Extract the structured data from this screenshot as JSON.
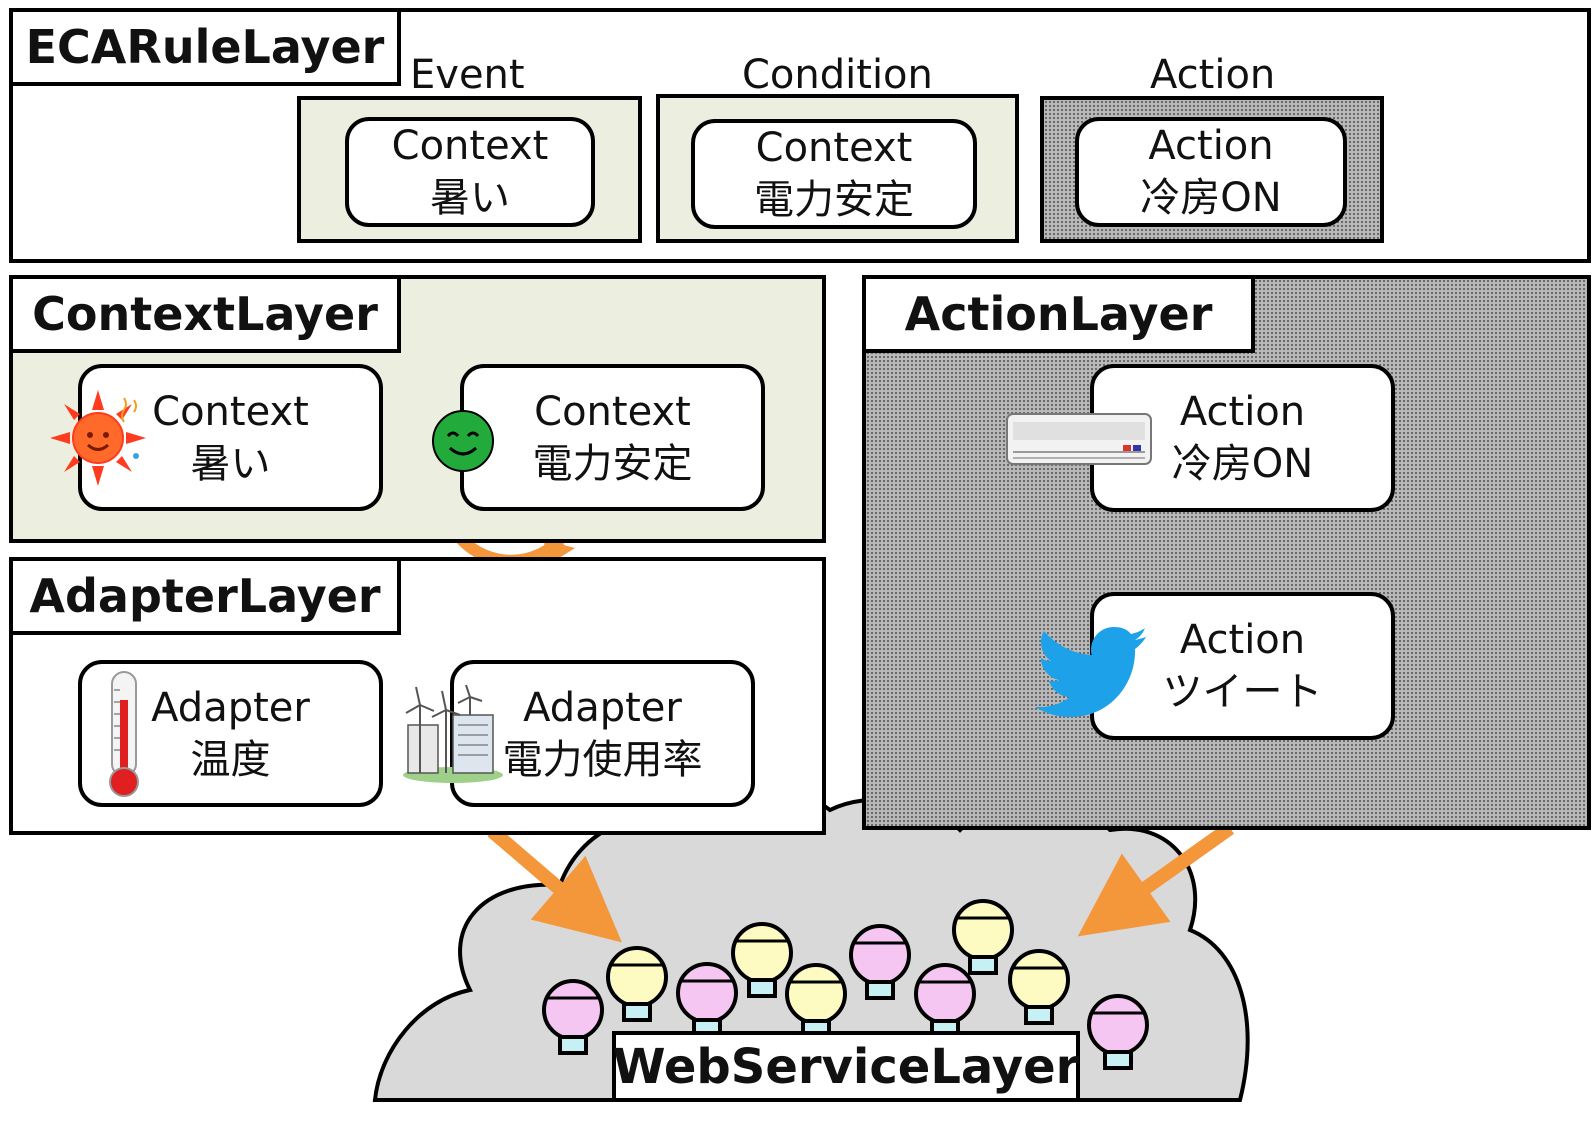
{
  "ecarule_layer": {
    "title": "ECARuleLayer",
    "columns": {
      "event": {
        "heading": "Event",
        "node": {
          "type": "Context",
          "name": "暑い"
        }
      },
      "condition": {
        "heading": "Condition",
        "node": {
          "type": "Context",
          "name": "電力安定"
        }
      },
      "action": {
        "heading": "Action",
        "node": {
          "type": "Action",
          "name": "冷房ON"
        }
      }
    }
  },
  "context_layer": {
    "title": "ContextLayer",
    "nodes": [
      {
        "type": "Context",
        "name": "暑い",
        "icon": "sun-icon"
      },
      {
        "type": "Context",
        "name": "電力安定",
        "icon": "smiley-icon"
      }
    ]
  },
  "adapter_layer": {
    "title": "AdapterLayer",
    "nodes": [
      {
        "type": "Adapter",
        "name": "温度",
        "icon": "thermometer-icon"
      },
      {
        "type": "Adapter",
        "name": "電力使用率",
        "icon": "wind-turbine-icon"
      }
    ]
  },
  "action_layer": {
    "title": "ActionLayer",
    "nodes": [
      {
        "type": "Action",
        "name": "冷房ON",
        "icon": "air-conditioner-icon"
      },
      {
        "type": "Action",
        "name": "ツイート",
        "icon": "twitter-bird-icon"
      }
    ]
  },
  "web_service_layer": {
    "title": "WebServiceLayer",
    "icon": "cloud-icon"
  },
  "colors": {
    "arrow": "#f4963a",
    "context_bg": "#ecefe0",
    "bulb_yellow": "#fdfbc2",
    "bulb_pink": "#f6c6f2",
    "bulb_base": "#c6f0f4",
    "cloud": "#d9d9d9"
  }
}
